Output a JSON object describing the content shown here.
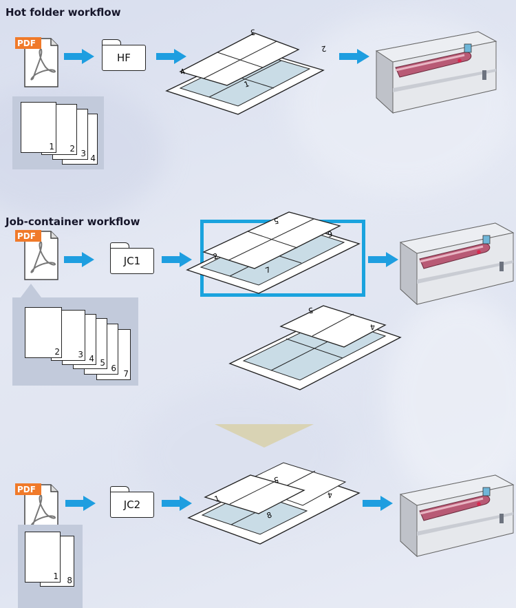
{
  "sections": {
    "hot_folder": {
      "title": "Hot folder workflow",
      "folder_label": "HF",
      "pages": [
        "1",
        "2",
        "3",
        "4"
      ],
      "sheet_numbers": [
        "3",
        "2",
        "4",
        "1"
      ]
    },
    "job_container": {
      "title": "Job-container workflow",
      "folder_label": "JC1",
      "pages": [
        "2",
        "3",
        "4",
        "5",
        "6",
        "7"
      ],
      "sheet_numbers": [
        "5",
        "6",
        "2",
        "7"
      ],
      "extra_sheet_numbers": [
        "5",
        "4"
      ]
    },
    "job_container_2": {
      "folder_label": "JC2",
      "pages": [
        "1",
        "8"
      ],
      "sheet_numbers": [
        "5",
        "4",
        "1",
        "8"
      ]
    }
  },
  "pdf_label": "PDF",
  "colors": {
    "arrow": "#1e9ee0",
    "highlight_box": "#1aa3de",
    "big_arrow": "#d9d3b4",
    "tray": "#c2cadb",
    "plate": "#c9dce6",
    "printer_accent": "#b85a75"
  }
}
